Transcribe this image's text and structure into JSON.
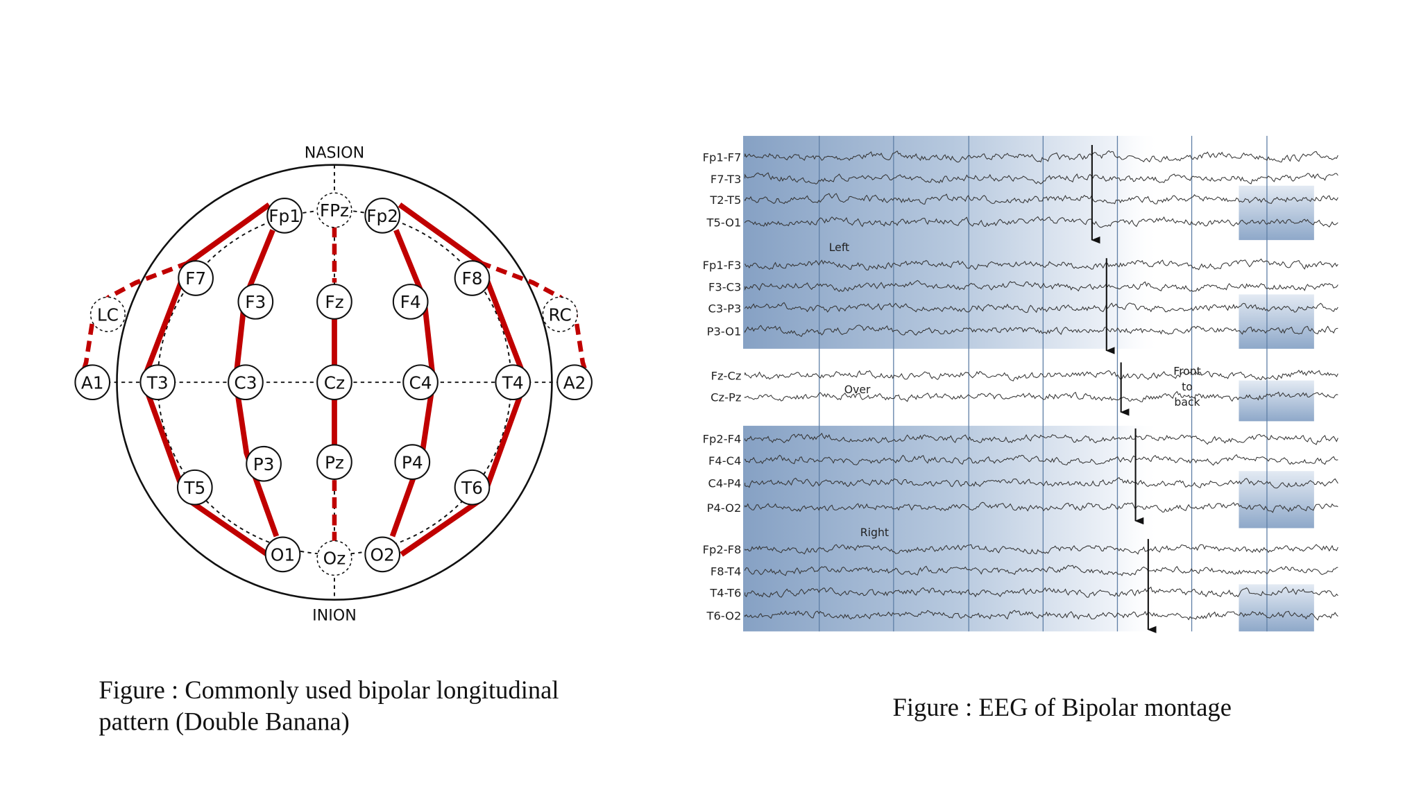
{
  "left_figure": {
    "top_label": "NASION",
    "bottom_label": "INION",
    "electrodes": [
      "Fp1",
      "FPz",
      "Fp2",
      "F7",
      "F3",
      "Fz",
      "F4",
      "F8",
      "LC",
      "RC",
      "A1",
      "T3",
      "C3",
      "Cz",
      "C4",
      "T4",
      "A2",
      "T5",
      "P3",
      "Pz",
      "P4",
      "T6",
      "O1",
      "Oz",
      "O2"
    ],
    "reference_electrodes_dashed": [
      "FPz",
      "LC",
      "RC",
      "Oz"
    ],
    "chain_color": "#c00000",
    "caption_line1": "Figure : Commonly used bipolar longitudinal",
    "caption_line2": "pattern (Double Banana)"
  },
  "right_figure": {
    "channels": [
      "Fp1-F7",
      "F7-T3",
      "T2-T5",
      "T5-O1",
      "Fp1-F3",
      "F3-C3",
      "C3-P3",
      "P3-O1",
      "Fz-Cz",
      "Cz-Pz",
      "Fp2-F4",
      "F4-C4",
      "C4-P4",
      "P4-O2",
      "Fp2-F8",
      "F8-T4",
      "T4-T6",
      "T6-O2"
    ],
    "annotations": {
      "left": "Left",
      "over": "Over",
      "right": "Right",
      "front": "Front",
      "to": "to",
      "back": "back"
    },
    "shade_color": "#86a1c4",
    "caption": "Figure : EEG of Bipolar montage"
  }
}
